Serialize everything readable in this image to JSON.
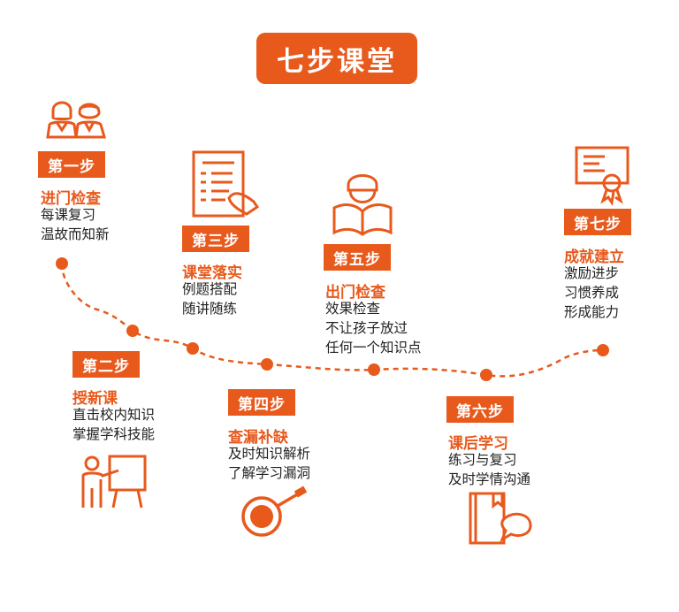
{
  "title": "七步课堂",
  "steps": [
    {
      "badge": "第一步",
      "title": "进门检查",
      "lines": [
        "每课复习",
        "温故而知新"
      ]
    },
    {
      "badge": "第二步",
      "title": "授新课",
      "lines": [
        "直击校内知识",
        "掌握学科技能"
      ]
    },
    {
      "badge": "第三步",
      "title": "课堂落实",
      "lines": [
        "例题搭配",
        "随讲随练"
      ]
    },
    {
      "badge": "第四步",
      "title": "查漏补缺",
      "lines": [
        "及时知识解析",
        "了解学习漏洞"
      ]
    },
    {
      "badge": "第五步",
      "title": "出门检查",
      "lines": [
        "效果检查",
        "不让孩子放过",
        "任何一个知识点"
      ]
    },
    {
      "badge": "第六步",
      "title": "课后学习",
      "lines": [
        "练习与复习",
        "及时学情沟通"
      ]
    },
    {
      "badge": "第七步",
      "title": "成就建立",
      "lines": [
        "激励进步",
        "习惯养成",
        "形成能力"
      ]
    }
  ],
  "colors": {
    "accent": "#e8591c"
  },
  "icons": [
    "students-icon",
    "teacher-board-icon",
    "checklist-icon",
    "magnifier-icon",
    "reading-person-icon",
    "book-chat-icon",
    "certificate-icon"
  ]
}
